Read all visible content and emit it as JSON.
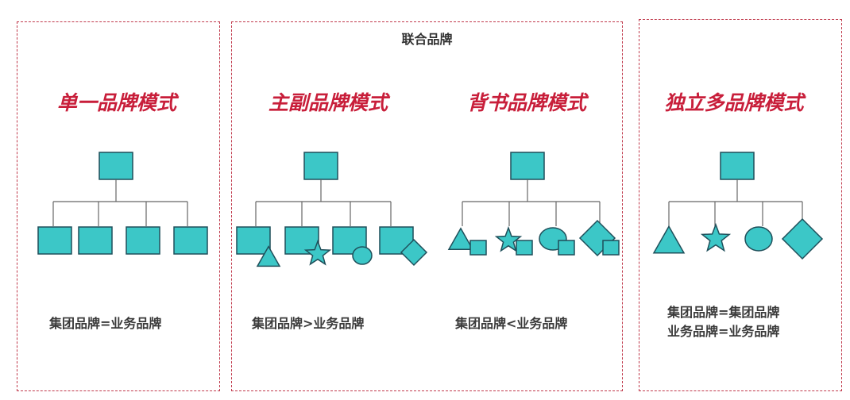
{
  "joint_brand_label": "联合品牌",
  "modes": [
    {
      "title": "单一品牌模式",
      "caption": "集团品牌=业务品牌"
    },
    {
      "title": "主副品牌模式",
      "caption": "集团品牌>业务品牌"
    },
    {
      "title": "背书品牌模式",
      "caption": "集团品牌<业务品牌"
    },
    {
      "title": "独立多品牌模式",
      "caption_line1": "集团品牌=集团品牌",
      "caption_line2": "业务品牌=业务品牌"
    }
  ],
  "colors": {
    "node_fill": "#3cc7c7",
    "node_stroke": "#1f4f5a",
    "title_red": "#c81e3a",
    "border_red": "#c0394b"
  }
}
